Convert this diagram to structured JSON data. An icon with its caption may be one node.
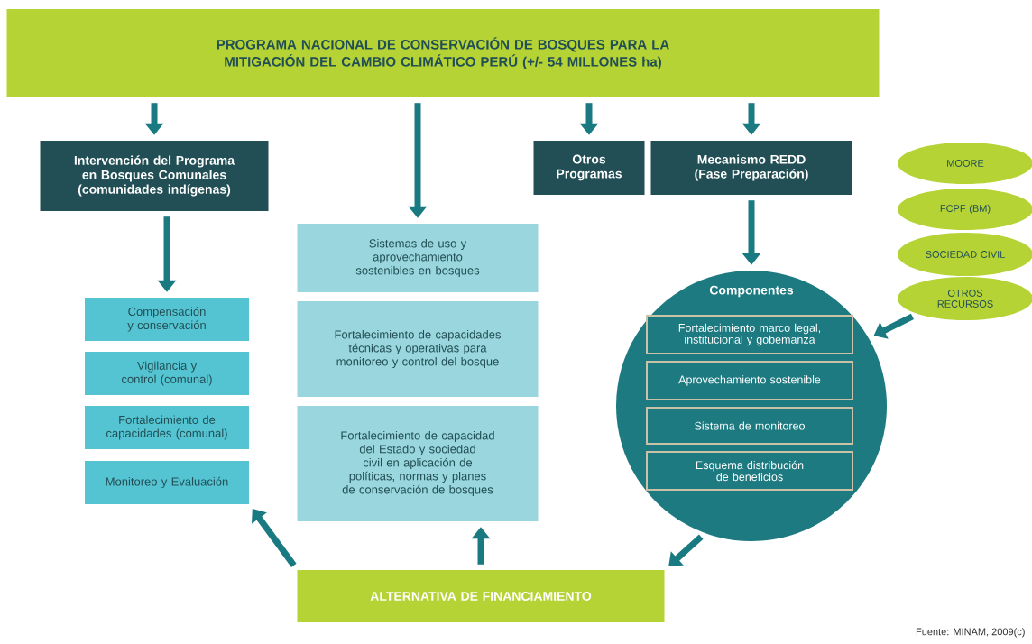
{
  "diagram": {
    "nodes": [
      {
        "text": [
          "PROGRAMA NACIONAL DE CONSERVACIÓN DE BOSQUES PARA LA MITIGACIÓN DEL CAMBIO CLIMÁTICO PERÚ (+/- 54 MILLONES ha)"
        ]
      },
      {
        "text": [
          "Intervención del Programa en Bosques Comunales (comunidades indígenas)"
        ]
      },
      {
        "text": [
          "Otros Programas"
        ]
      },
      {
        "text": [
          "Mecanismo REDD (Fase Preparación)"
        ]
      },
      {
        "text": [
          "Compensación y conservación"
        ]
      },
      {
        "text": [
          "Vigilancia y control (comunal)"
        ]
      },
      {
        "text": [
          "Fortalecimiento de capacidades (comunal)"
        ]
      },
      {
        "text": [
          "Monitoreo y Evaluación"
        ]
      },
      {
        "text": [
          "Sistemas de uso y aprovechamiento sostenibles en bosques"
        ]
      },
      {
        "text": [
          "Fortalecimiento de capacidades técnicas y operativas para monitoreo y control del bosque"
        ]
      },
      {
        "text": [
          "Fortalecimiento de capacidad del Estado y sociedad civil en aplicación de políticas, normas y planes de conservación de bosques"
        ]
      },
      {
        "text": [
          "Componentes"
        ]
      },
      {
        "text": [
          "Fortalecimiento marco legal, institucional y gobemanza"
        ],
        "in": 11
      },
      {
        "text": [
          "Aprovechamiento sostenible"
        ],
        "in": 11
      },
      {
        "text": [
          "Sistema de monitoreo"
        ],
        "in": 11
      },
      {
        "text": [
          "Esquema distribución de beneficios"
        ],
        "in": 11
      },
      {
        "text": [
          "MOORE"
        ]
      },
      {
        "text": [
          "FCPF (BM)"
        ]
      },
      {
        "text": [
          "SOCIEDAD CIVIL"
        ]
      },
      {
        "text": [
          "OTROS RECURSOS"
        ]
      },
      {
        "text": [
          "ALTERNATIVA DE FINANCIAMIENTO"
        ]
      }
    ],
    "edges": [
      {
        "from": 0,
        "to": 1,
        "arrow": "to"
      },
      {
        "from": 0,
        "to": 8,
        "arrow": "to"
      },
      {
        "from": 0,
        "to": 2,
        "arrow": "to"
      },
      {
        "from": 0,
        "to": 3,
        "arrow": "to"
      },
      {
        "from": 1,
        "to": 4,
        "arrow": "to"
      },
      {
        "from": 3,
        "to": 11,
        "arrow": "to"
      },
      {
        "from": 19,
        "to": 11,
        "arrow": "to"
      },
      {
        "from": 11,
        "to": 20,
        "arrow": "to"
      },
      {
        "from": 20,
        "to": 10,
        "arrow": "to"
      },
      {
        "from": 20,
        "to": 7,
        "arrow": "to"
      }
    ],
    "caption": "Fuente: MINAM, 2009(c)"
  }
}
